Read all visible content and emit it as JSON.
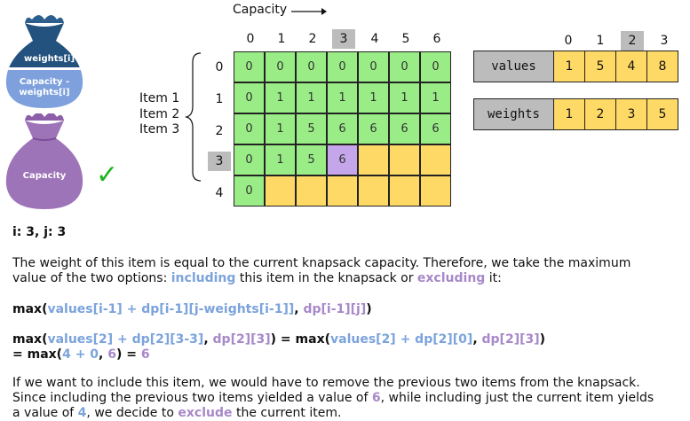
{
  "bags": {
    "top_label_1": "weights[i]",
    "top_label_2": "Capacity -",
    "top_label_3": "weights[i]",
    "bottom_label": "Capacity",
    "check": "✓"
  },
  "table": {
    "capacity_title": "Capacity",
    "col_headers": [
      "0",
      "1",
      "2",
      "3",
      "4",
      "5",
      "6"
    ],
    "row_headers": [
      "0",
      "1",
      "2",
      "3",
      "4"
    ],
    "items_labels": [
      "Item 1",
      "Item 2",
      "Item 3"
    ],
    "rows": [
      [
        "0",
        "0",
        "0",
        "0",
        "0",
        "0",
        "0"
      ],
      [
        "0",
        "1",
        "1",
        "1",
        "1",
        "1",
        "1"
      ],
      [
        "0",
        "1",
        "5",
        "6",
        "6",
        "6",
        "6"
      ],
      [
        "0",
        "1",
        "5",
        "6",
        "",
        "",
        ""
      ],
      [
        "0",
        "",
        "",
        "",
        "",
        "",
        ""
      ]
    ]
  },
  "arrays": {
    "indices": [
      "0",
      "1",
      "2",
      "3"
    ],
    "values_label": "values",
    "values": [
      "1",
      "5",
      "4",
      "8"
    ],
    "weights_label": "weights",
    "weights": [
      "1",
      "2",
      "3",
      "5"
    ]
  },
  "text": {
    "ij": "i: 3, j: 3",
    "para1_a": "The weight of this item is equal to the current knapsack capacity. Therefore, we take the maximum",
    "para1_b1": "value of the two options: ",
    "para1_b2": "including",
    "para1_b3": " this item in the knapsack or ",
    "para1_b4": "excluding",
    "para1_b5": " it:",
    "f1_max": "max(",
    "f1_a": "values[i-1] + dp[i-1][j-weights[i-1]]",
    "f1_comma": ", ",
    "f1_b": "dp[i-1][j]",
    "f1_close": ")",
    "f2_max": "max(",
    "f2_a": "values[2] + dp[2][3-3]",
    "f2_comma": ", ",
    "f2_b": "dp[2][3]",
    "f2_eq": ") = max(",
    "f2_c": "values[2] + dp[2][0]",
    "f2_comma2": ", ",
    "f2_d": "dp[2][3]",
    "f2_close": ")",
    "f3_a": "= max(",
    "f3_b": "4 + 0",
    "f3_c": ", ",
    "f3_d": "6",
    "f3_e": ") = ",
    "f3_f": "6",
    "para2_1": "If we want to include this item, we would have to remove the previous two items from the knapsack.",
    "para2_2a": "Since including the previous two items yielded a value of ",
    "para2_2b": "6",
    "para2_2c": ", while including just the current item yields",
    "para2_3a": "a value of ",
    "para2_3b": "4",
    "para2_3c": ", we decide to ",
    "para2_3d": "exclude",
    "para2_3e": " the current item."
  }
}
